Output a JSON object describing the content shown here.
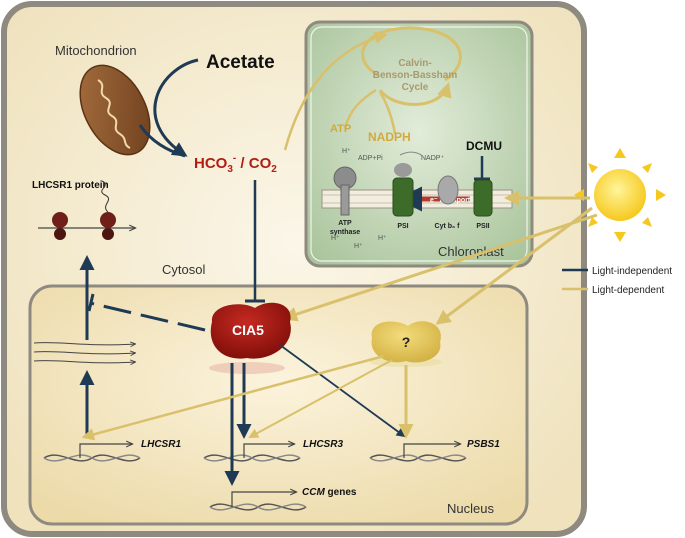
{
  "labels": {
    "mitochondrion": "Mitochondrion",
    "acetate": "Acetate",
    "hco3": "HCO",
    "hco3_sup": "3",
    "hco3_charge": "-",
    "co2_prefix": " / CO",
    "co2_sub": "2",
    "lhcsr1_protein": "LHCSR1 protein",
    "cytosol": "Cytosol",
    "cia5": "CIA5",
    "unknown": "?",
    "nucleus": "Nucleus",
    "chloroplast": "Chloroplast",
    "calvin_1": "Calvin-",
    "calvin_2": "Benson-Bassham",
    "calvin_3": "Cycle",
    "atp": "ATP",
    "nadph": "NADPH",
    "dcmu": "DCMU",
    "h_plus_a": "H⁺",
    "adp_pi": "ADP+Pi",
    "nadp": "NADP⁺",
    "e_transport": "e⁻ transport",
    "atp_synthase_1": "ATP",
    "atp_synthase_2": "synthase",
    "psi": "PSI",
    "cytb6f": "Cyt b₆ f",
    "psii": "PSII",
    "h_plus_b": "H⁺",
    "h_plus_c": "H⁺",
    "h_plus_d": "H⁺"
  },
  "genes": {
    "lhcsr1": "LHCSR1",
    "lhcsr3": "LHCSR3",
    "psbs1": "PSBS1",
    "ccm": "CCM",
    "ccm_suffix": " genes"
  },
  "legend": {
    "light_independent": "Light-independent",
    "light_dependent": "Light-dependent"
  },
  "colors": {
    "dark_arrow": "#1f3a55",
    "light_arrow": "#d9c06a",
    "cia5_red": "#a3140f",
    "hco3_red": "#b01e14",
    "unknown_yellow": "#e6c85a",
    "cell_fill": "#f4ecd6",
    "nucleus_fill": "#f3e6c2",
    "chloroplast_fill": "#c8d9bf"
  }
}
